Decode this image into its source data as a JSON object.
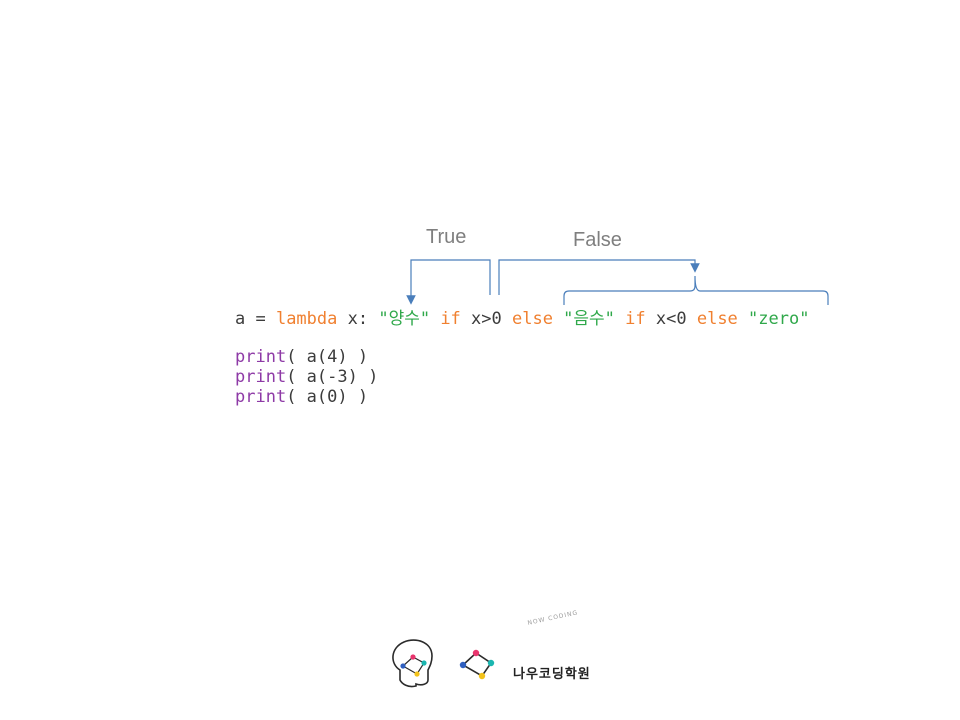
{
  "annotations": {
    "true_label": "True",
    "false_label": "False"
  },
  "code": {
    "line1": {
      "a_assign": "a = ",
      "kw_lambda": "lambda",
      "param": " x: ",
      "str_positive": "\"양수\"",
      "kw_if_1": " if",
      "cond_1": " x>0 ",
      "kw_else_1": "else",
      "str_negative": " \"음수\"",
      "kw_if_2": " if",
      "cond_2": " x<0 ",
      "kw_else_2": "else",
      "str_zero": " \"zero\""
    },
    "calls": [
      {
        "fn": "print",
        "rest": "( a(4) )"
      },
      {
        "fn": "print",
        "rest": "( a(-3) )"
      },
      {
        "fn": "print",
        "rest": "( a(0) )"
      }
    ]
  },
  "logo": {
    "arc_text": "NOW CODING",
    "name": "나우코딩학원"
  },
  "colors": {
    "keyword": "#f08030",
    "string": "#2fa84a",
    "builtin": "#8e3aa6",
    "plain": "#3c3c3c",
    "annotation_line": "#4a7ebb",
    "annotation_text": "#7f7f7f"
  }
}
